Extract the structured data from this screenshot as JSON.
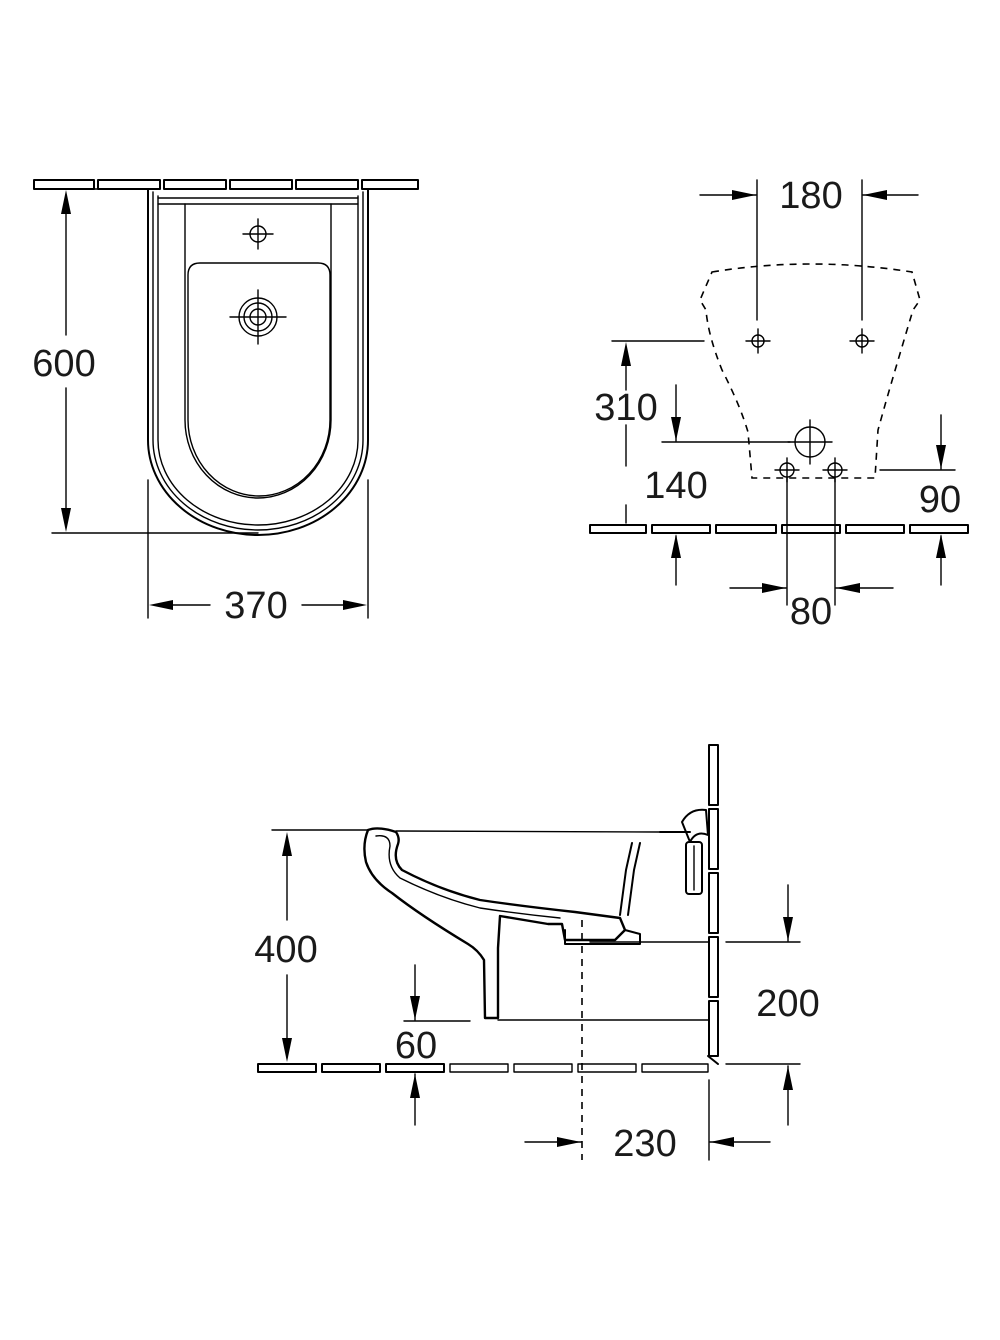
{
  "top_view": {
    "dim_depth": "600",
    "dim_width": "370"
  },
  "wall_view": {
    "dim_hole_spacing": "180",
    "dim_hole_height": "310",
    "dim_outlet_height": "140",
    "dim_bottom_offset": "90",
    "dim_bottom_spacing": "80"
  },
  "side_view": {
    "dim_height": "400",
    "dim_drain_height": "200",
    "dim_foot_offset": "60",
    "dim_drain_distance": "230"
  },
  "colors": {
    "line": "#000000",
    "text": "#1a1a1a",
    "background": "#ffffff"
  }
}
